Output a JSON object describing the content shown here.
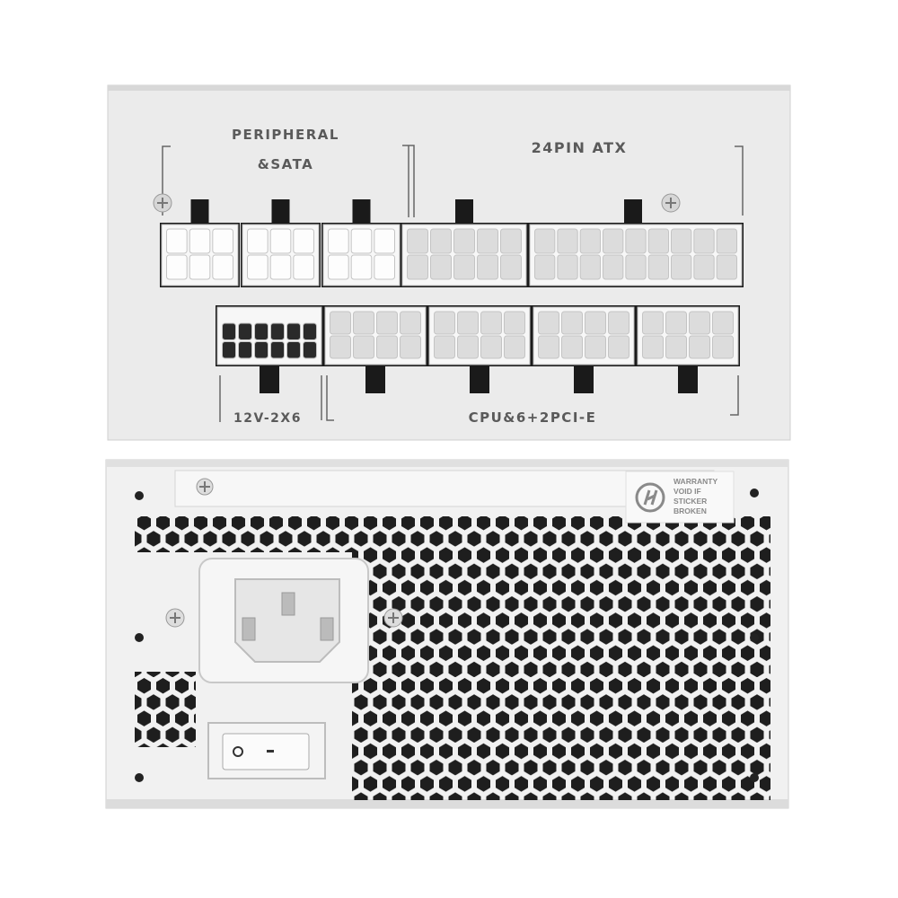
{
  "modular_panel": {
    "labels": {
      "peripheral_line1": "PERIPHERAL",
      "peripheral_line2": "&SATA",
      "atx": "24PIN ATX",
      "gpu12v": "12V-2X6",
      "cpu_pcie": "CPU&6+2PCI-E"
    }
  },
  "rear_panel": {
    "sticker": {
      "line1": "WARRANTY",
      "line2": "VOID IF",
      "line3": "STICKER",
      "line4": "BROKEN"
    },
    "power_switch_symbols": [
      "O",
      "-"
    ]
  },
  "colors": {
    "housing": "#e9e9e9",
    "label_text": "#5a5a5a",
    "vent_holes": "#1e1e1e"
  }
}
